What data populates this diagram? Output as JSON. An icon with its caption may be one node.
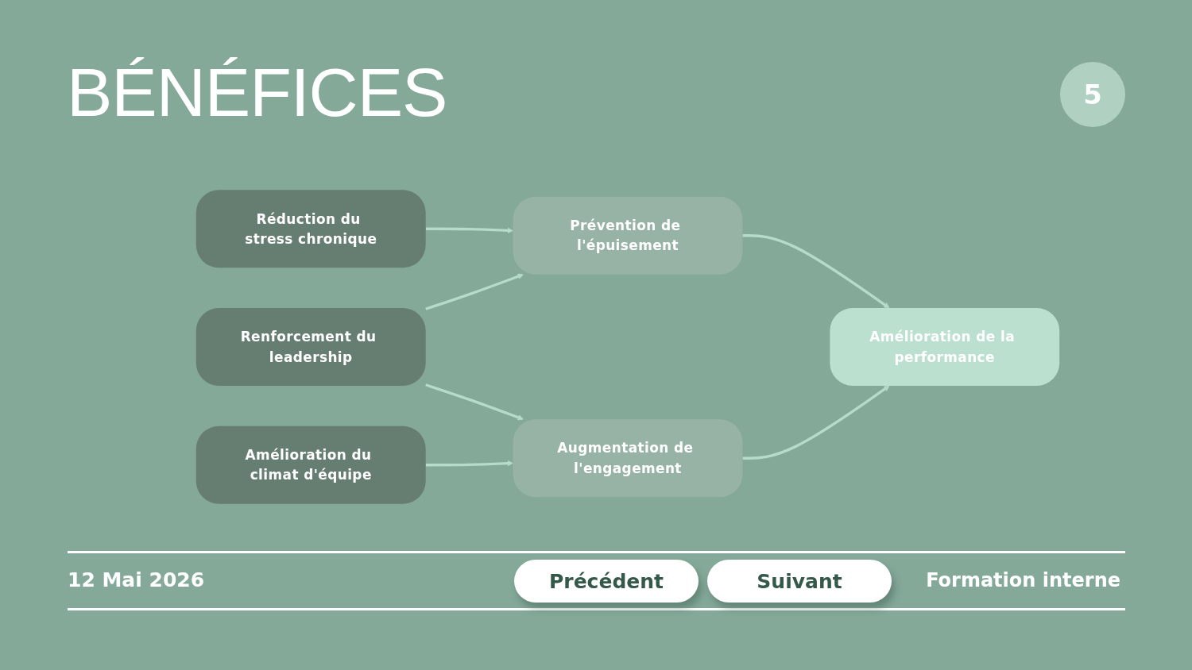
{
  "diagram": {
    "title": "BÉNÉFICES",
    "nodes": [
      {
        "text": [
          "Réduction du stress chronique"
        ]
      },
      {
        "text": [
          "Renforcement du leadership"
        ]
      },
      {
        "text": [
          "Amélioration du climat d'équipe"
        ]
      },
      {
        "text": [
          "Prévention de l'épuisement"
        ]
      },
      {
        "text": [
          "Augmentation de l'engagement"
        ]
      },
      {
        "text": [
          "Amélioration de la performance"
        ]
      }
    ],
    "edges": [
      {
        "from": 0,
        "to": 3,
        "arrow": "to"
      },
      {
        "from": 1,
        "to": 3,
        "arrow": "to"
      },
      {
        "from": 1,
        "to": 4,
        "arrow": "to"
      },
      {
        "from": 2,
        "to": 4,
        "arrow": "to"
      },
      {
        "from": 3,
        "to": 5,
        "arrow": "to"
      },
      {
        "from": 4,
        "to": 5,
        "arrow": "to"
      }
    ],
    "labels": [
      "5",
      "12 Mai 2026",
      "Précédent",
      "Suivant",
      "Formation interne"
    ]
  }
}
